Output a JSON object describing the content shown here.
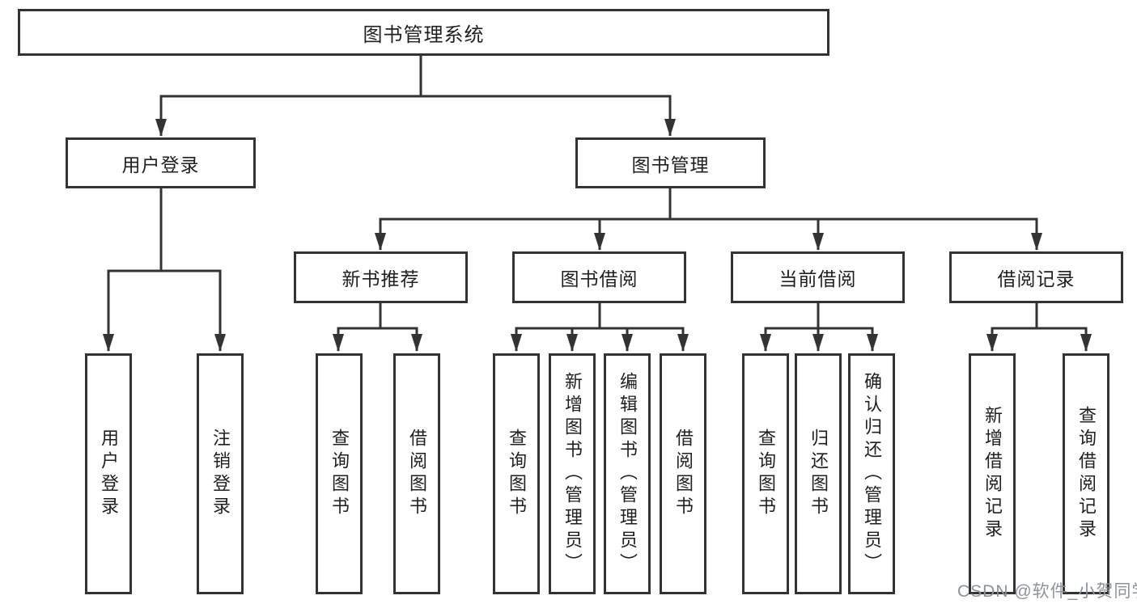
{
  "tree": {
    "label": "图书管理系统",
    "children": [
      {
        "label": "用户登录",
        "children": [
          {
            "label": "用户登录"
          },
          {
            "label": "注销登录"
          }
        ]
      },
      {
        "label": "图书管理",
        "children": [
          {
            "label": "新书推荐",
            "children": [
              {
                "label": "查询图书"
              },
              {
                "label": "借阅图书"
              }
            ]
          },
          {
            "label": "图书借阅",
            "children": [
              {
                "label": "查询图书"
              },
              {
                "label": "新增图书（管理员）"
              },
              {
                "label": "编辑图书（管理员）"
              },
              {
                "label": "借阅图书"
              }
            ]
          },
          {
            "label": "当前借阅",
            "children": [
              {
                "label": "查询图书"
              },
              {
                "label": "归还图书"
              },
              {
                "label": "确认归还（管理员）"
              }
            ]
          },
          {
            "label": "借阅记录",
            "children": [
              {
                "label": "新增借阅记录"
              },
              {
                "label": "查询借阅记录"
              }
            ]
          }
        ]
      }
    ]
  },
  "watermark": "CSDN @软件_小贺同学",
  "colors": {
    "line": "#333333",
    "text": "#1f1f1f",
    "background": "#ffffff",
    "watermark": "#8b929c"
  }
}
